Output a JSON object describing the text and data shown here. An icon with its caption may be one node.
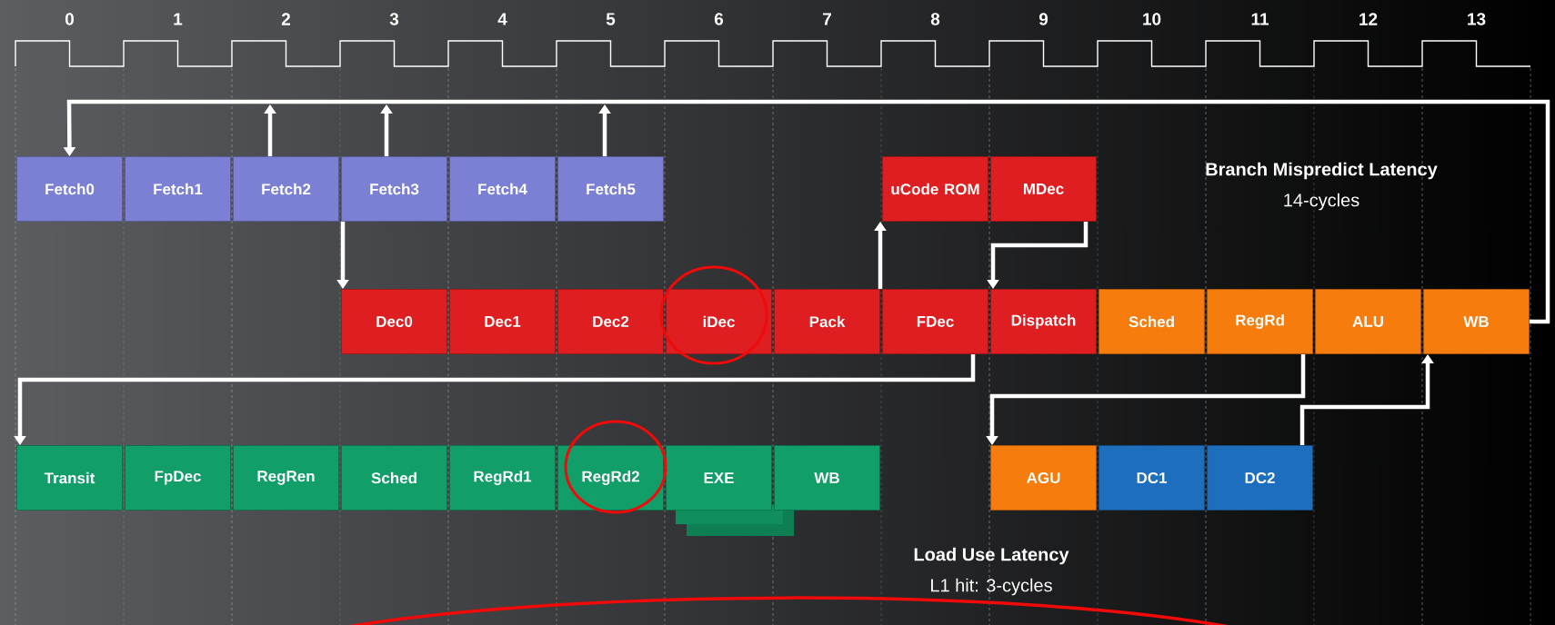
{
  "diagram": {
    "nodes": [
      {
        "text": [
          "Fetch0"
        ]
      },
      {
        "text": [
          "Fetch1"
        ]
      },
      {
        "text": [
          "Fetch2"
        ]
      },
      {
        "text": [
          "Fetch3"
        ]
      },
      {
        "text": [
          "Fetch4"
        ]
      },
      {
        "text": [
          "Fetch5"
        ]
      },
      {
        "text": [
          "uCode ROM"
        ]
      },
      {
        "text": [
          "MDec"
        ]
      },
      {
        "text": [
          "Dec0"
        ]
      },
      {
        "text": [
          "Dec1"
        ]
      },
      {
        "text": [
          "Dec2"
        ]
      },
      {
        "text": [
          "iDec"
        ]
      },
      {
        "text": [
          "Pack"
        ]
      },
      {
        "text": [
          "FDec"
        ]
      },
      {
        "text": [
          "Dispatch"
        ]
      },
      {
        "text": [
          "Sched"
        ]
      },
      {
        "text": [
          "RegRd"
        ]
      },
      {
        "text": [
          "ALU"
        ]
      },
      {
        "text": [
          "WB"
        ]
      },
      {
        "text": [
          "Transit"
        ]
      },
      {
        "text": [
          "FpDec"
        ]
      },
      {
        "text": [
          "RegRen"
        ]
      },
      {
        "text": [
          "Sched"
        ]
      },
      {
        "text": [
          "RegRd1"
        ]
      },
      {
        "text": [
          "RegRd2"
        ]
      },
      {
        "text": [
          "EXE"
        ]
      },
      {
        "text": [
          "WB"
        ]
      },
      {
        "text": [
          "AGU"
        ]
      },
      {
        "text": [
          "DC1"
        ]
      },
      {
        "text": [
          "DC2"
        ]
      }
    ],
    "edges": [
      {
        "from": 18,
        "to": 0,
        "arrow": "to"
      },
      {
        "from": 2,
        "to": null,
        "arrow": "to"
      },
      {
        "from": 3,
        "to": null,
        "arrow": "to"
      },
      {
        "from": 5,
        "to": null,
        "arrow": "to"
      },
      {
        "from": 3,
        "to": 8,
        "arrow": "to"
      },
      {
        "from": 13,
        "to": 6,
        "arrow": "to"
      },
      {
        "from": 7,
        "to": 14,
        "arrow": "to"
      },
      {
        "from": 13,
        "to": 19,
        "arrow": "to"
      },
      {
        "from": 16,
        "to": 27,
        "arrow": "to"
      },
      {
        "from": 29,
        "to": 17,
        "arrow": "to"
      }
    ],
    "labels": [
      "0",
      "1",
      "2",
      "3",
      "4",
      "5",
      "6",
      "7",
      "8",
      "9",
      "10",
      "11",
      "12",
      "13",
      "Branch Mispredict Latency",
      "14-cycles",
      "Load Use Latency",
      "L1 hit: 3-cycles"
    ]
  }
}
